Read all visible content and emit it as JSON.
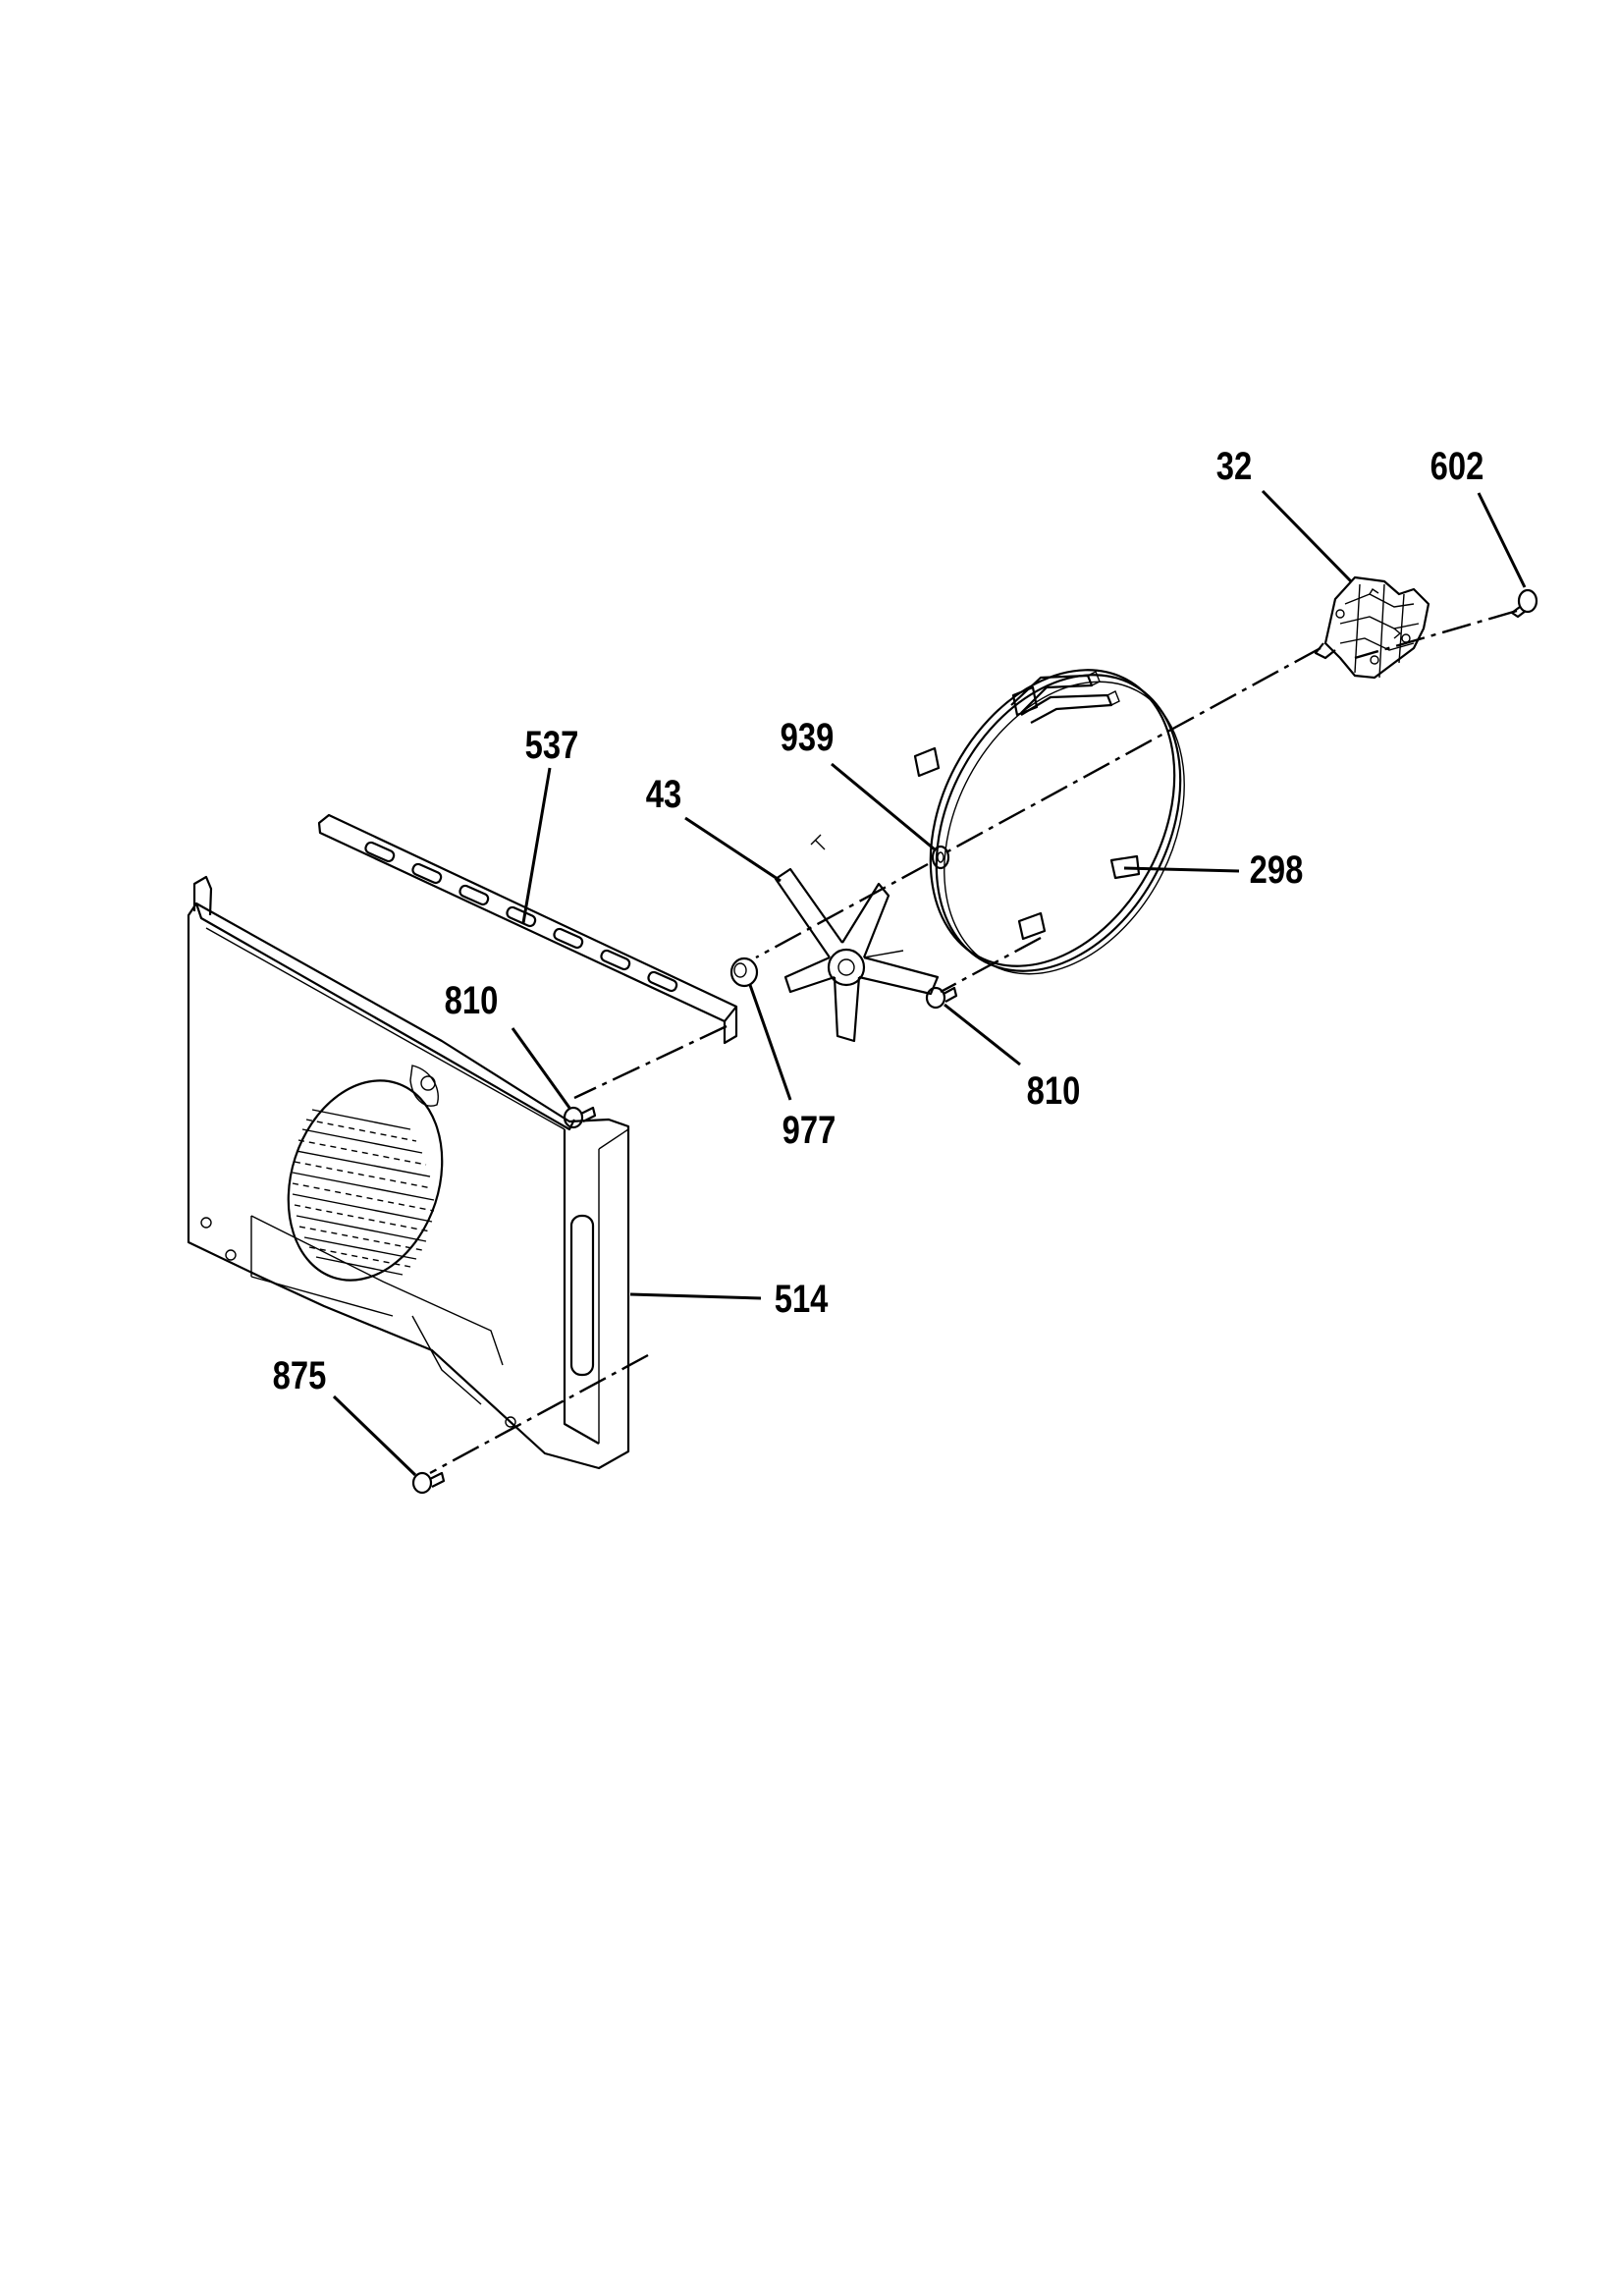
{
  "callouts": {
    "c32": "32",
    "c602": "602",
    "c537": "537",
    "c939": "939",
    "c43": "43",
    "c298": "298",
    "c810a": "810",
    "c810b": "810",
    "c977": "977",
    "c514": "514",
    "c875": "875"
  }
}
